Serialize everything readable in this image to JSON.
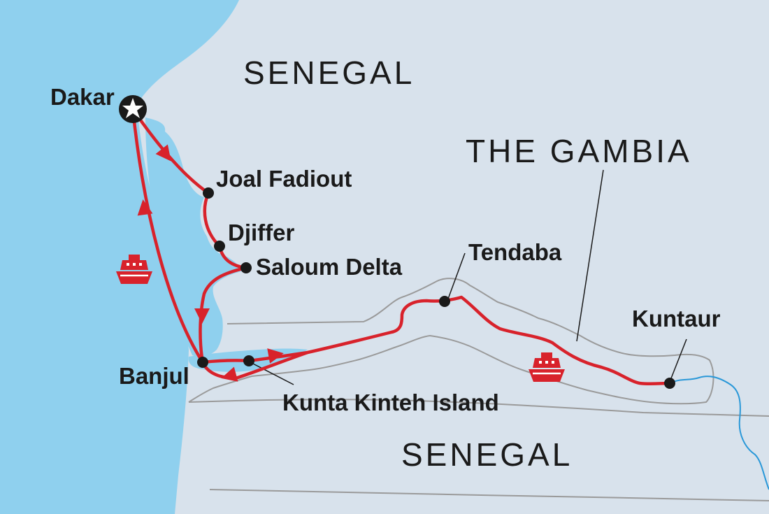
{
  "countries": {
    "senegal_north": "SENEGAL",
    "gambia": "THE GAMBIA",
    "senegal_south": "SENEGAL"
  },
  "places": {
    "dakar": "Dakar",
    "joal_fadiout": "Joal Fadiout",
    "djiffer": "Djiffer",
    "saloum_delta": "Saloum Delta",
    "tendaba": "Tendaba",
    "kuntaur": "Kuntaur",
    "banjul": "Banjul",
    "kunta_kinteh": "Kunta Kinteh Island"
  },
  "colors": {
    "land": "#d8e2ec",
    "sea": "#8fd0ee",
    "route": "#d8222b",
    "border": "#9a9a9a",
    "river": "#2a98d8",
    "text": "#1a1a1a"
  },
  "icons": {
    "start": "star-icon",
    "stop": "stop-dot-icon",
    "boat": "boat-icon",
    "direction": "arrow-icon"
  }
}
